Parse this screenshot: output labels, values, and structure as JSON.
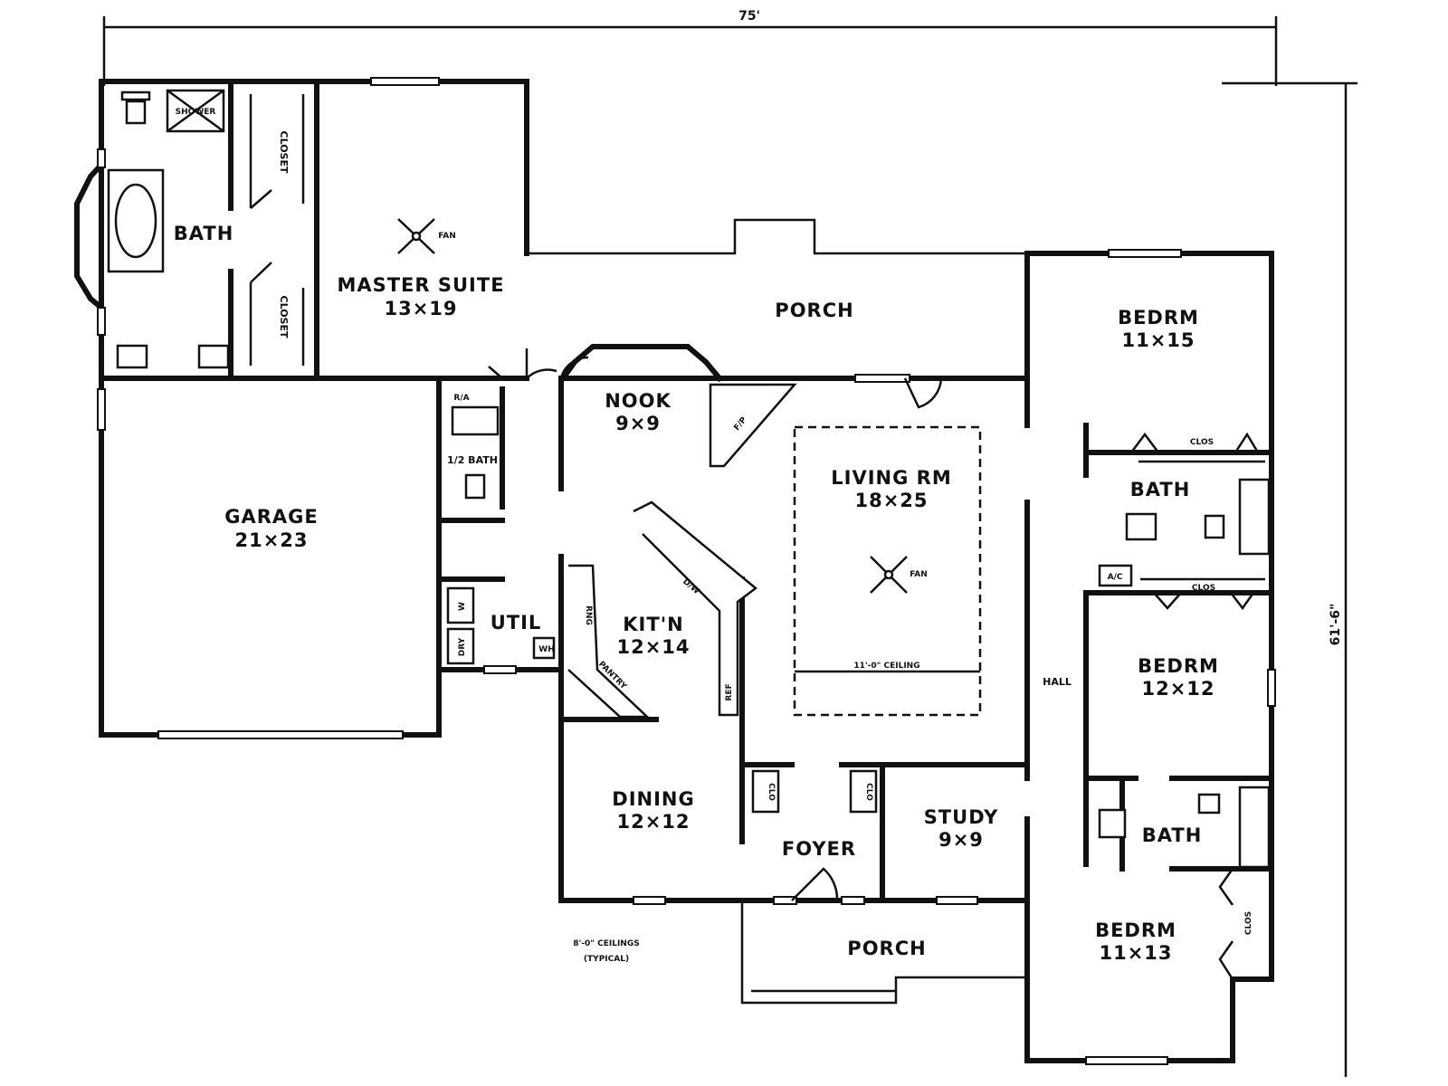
{
  "dimensions": {
    "width": "75'",
    "depth": "61'-6\""
  },
  "rooms": {
    "master_suite": {
      "name": "MASTER SUITE",
      "size": "13×19"
    },
    "master_bath": {
      "name": "BATH"
    },
    "shower": {
      "name": "SHOWER"
    },
    "closet_upper": {
      "name": "CLOSET"
    },
    "closet_lower": {
      "name": "CLOSET"
    },
    "porch_rear": {
      "name": "PORCH"
    },
    "bedroom_1": {
      "name": "BEDRM",
      "size": "11×15"
    },
    "bedroom_2": {
      "name": "BEDRM",
      "size": "12×12"
    },
    "bedroom_3": {
      "name": "BEDRM",
      "size": "11×13"
    },
    "garage": {
      "name": "GARAGE",
      "size": "21×23"
    },
    "nook": {
      "name": "NOOK",
      "size": "9×9"
    },
    "living_room": {
      "name": "LIVING RM",
      "size": "18×25",
      "ceiling_note": "11'-0\" CEILING"
    },
    "kitchen": {
      "name": "KIT'N",
      "size": "12×14"
    },
    "dining": {
      "name": "DINING",
      "size": "12×12"
    },
    "study": {
      "name": "STUDY",
      "size": "9×9"
    },
    "foyer": {
      "name": "FOYER"
    },
    "porch_front": {
      "name": "PORCH"
    },
    "util": {
      "name": "UTIL"
    },
    "half_bath": {
      "name": "1/2 BATH"
    },
    "hall": {
      "name": "HALL"
    },
    "bath_upper": {
      "name": "BATH"
    },
    "bath_lower": {
      "name": "BATH"
    }
  },
  "fixtures": {
    "fan_master": "FAN",
    "fan_living": "FAN",
    "fireplace": "F/P",
    "dishwasher": "D/W",
    "ra": "R/A",
    "pantry": "PANTRY",
    "ref": "REF",
    "range": "RNG",
    "washer": "W",
    "dryer": "DRY",
    "clos": "CLOS",
    "clo": "CLO",
    "ac": "A/C",
    "wh": "WH"
  },
  "notes": {
    "ceiling_line1": "8'-0\" CEILINGS",
    "ceiling_line2": "(TYPICAL)"
  }
}
